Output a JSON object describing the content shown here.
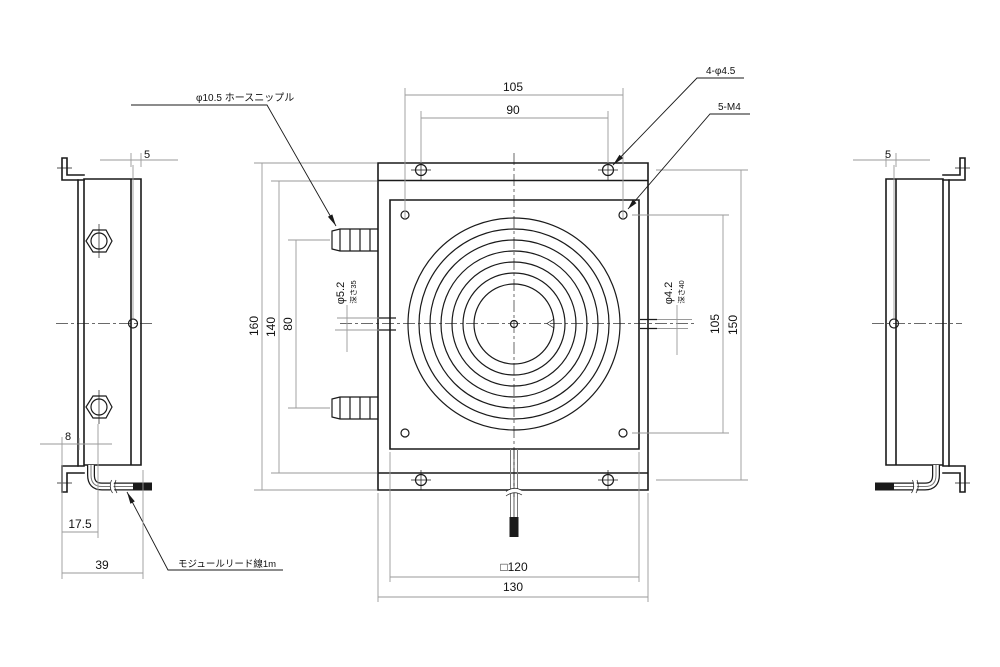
{
  "drawing": {
    "annotations": {
      "hose_nipple": "φ10.5 ホースニップル",
      "mount_holes": "4-φ4.5",
      "tapped_holes": "5-M4",
      "lead_wire": "モジュールリード線1m",
      "left_port_dia": "φ5.2",
      "left_port_depth": "深さ35",
      "right_port_dia": "φ4.2",
      "right_port_depth": "深さ40"
    },
    "dimensions": {
      "top_outer": "105",
      "top_inner": "90",
      "height_overall": "160",
      "height_inner": "140",
      "port_spacing": "80",
      "right_inner": "105",
      "right_outer": "150",
      "square_size": "□120",
      "width_overall": "130",
      "left_thickness": "5",
      "right_thickness": "5",
      "bracket_offset": "8",
      "bracket_port": "17.5",
      "depth_overall": "39"
    }
  }
}
